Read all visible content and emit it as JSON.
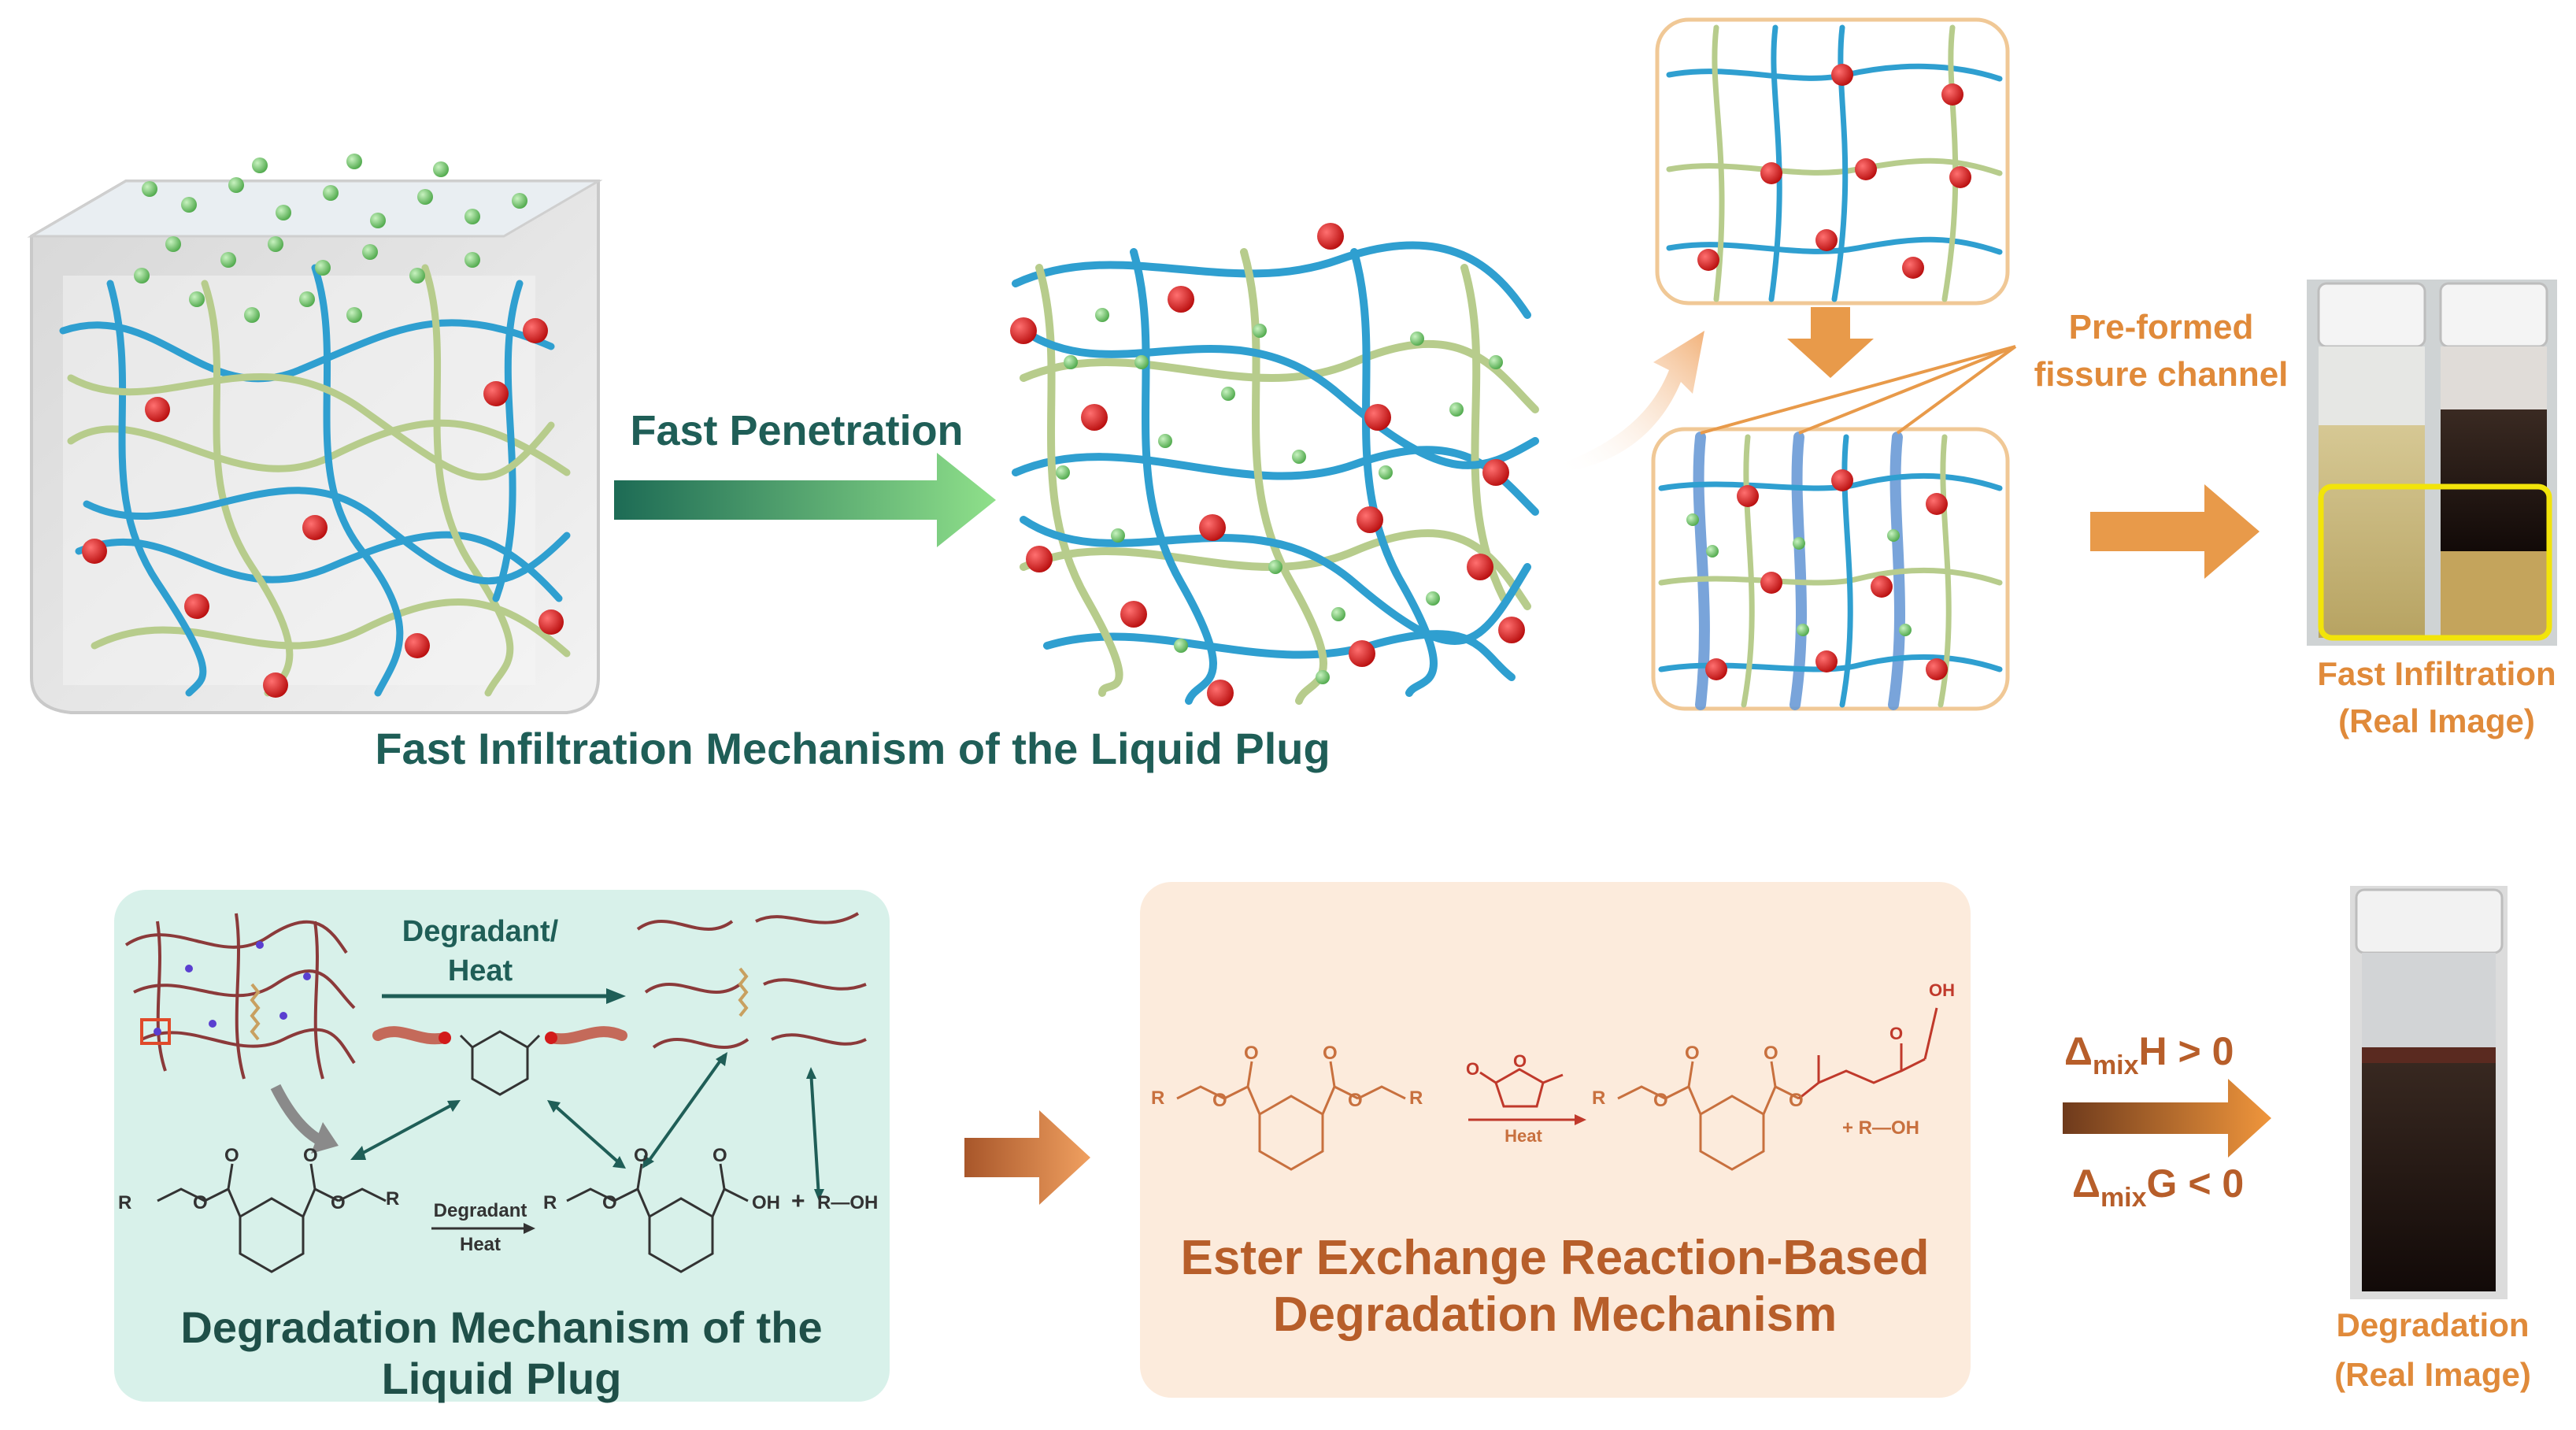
{
  "top": {
    "arrow_label": "Fast Penetration",
    "section_title": "Fast Infiltration Mechanism of the Liquid Plug",
    "fissure_label_line1": "Pre-formed",
    "fissure_label_line2": "fissure channel",
    "photo_caption_line1": "Fast Infiltration",
    "photo_caption_line2": "(Real Image)"
  },
  "bottom": {
    "degradant_label_line1": "Degradant/",
    "degradant_label_line2": "Heat",
    "small_reagent_line1": "Degradant",
    "small_reagent_line2": "Heat",
    "left_title_line1": "Degradation Mechanism of the",
    "left_title_line2": "Liquid Plug",
    "middle_title_line1": "Ester Exchange Reaction-Based",
    "middle_title_line2": "Degradation Mechanism",
    "heat_label": "Heat",
    "thermo_line1_prefix": "Δ",
    "thermo_line1_sub": "mix",
    "thermo_line1_rest": "H > 0",
    "thermo_line2_prefix": "Δ",
    "thermo_line2_sub": "mix",
    "thermo_line2_rest": "G < 0",
    "photo_caption_line1": "Degradation",
    "photo_caption_line2": "(Real Image)",
    "chem": {
      "R": "R",
      "O": "O",
      "OH": "OH",
      "R_OH": "R—OH",
      "plus": "+",
      "plus_R_OH": "+ R—OH"
    }
  },
  "colors": {
    "teal_text": "#1f5e57",
    "orange_text": "#e08a3a",
    "dark_orange_text": "#b75e2a",
    "chem_red": "#c0392b",
    "chem_orange": "#c8703e",
    "strand_blue": "#2f9fd0",
    "strand_green": "#b7cc8c",
    "node_red": "#d21b1b",
    "particle_green": "#7ec87a",
    "mint_panel": "#d8f1ea",
    "peach_panel": "#fcebdc"
  }
}
